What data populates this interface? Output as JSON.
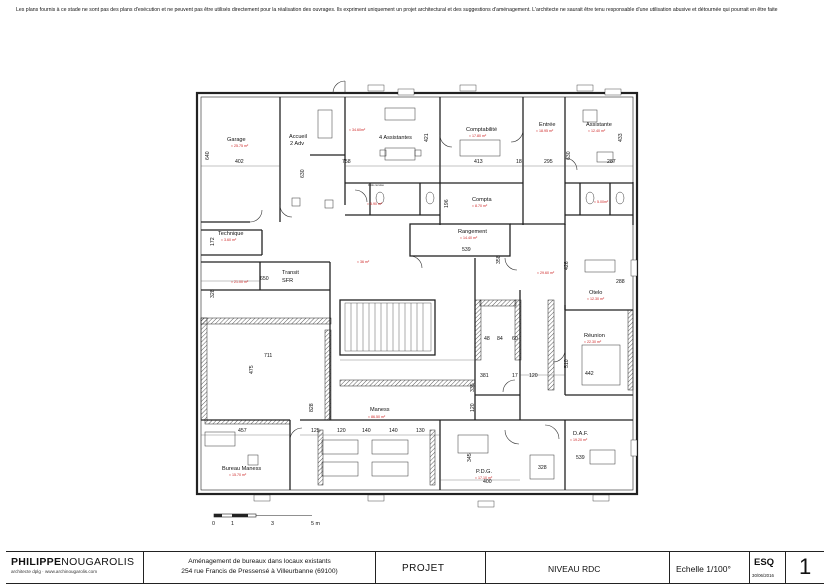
{
  "disclaimer": "Les plans fournis à ce stade ne sont pas des plans d'exécution et ne peuvent pas être utilisés directement pour la réalisation des ouvrages. Ils expriment uniquement un projet architectural et des suggestions d'aménagement. L'architecte ne saurait être tenu responsable d'une utilisation abusive et détournée qui pourrait en être faite",
  "rooms": {
    "garage": {
      "name": "Garage",
      "area": "≈ 25.75 m²"
    },
    "accueil": {
      "name1": "Accueil",
      "name2": "2 Adv"
    },
    "assistants4": {
      "name": "4 Assistantes",
      "area": "≈ 34.60m²"
    },
    "comptabilite": {
      "name": "Comptabilité",
      "area": "≈ 17.80 m²"
    },
    "entree": {
      "name": "Entrée",
      "area": "≈ 18.95 m²"
    },
    "assistante": {
      "name": "Assistante",
      "area": "≈ 12.40 m²"
    },
    "wc1": {
      "area": "≈ 5.90 m²"
    },
    "compta": {
      "name": "Compta",
      "area": "≈ 8.70 m²"
    },
    "wc2": {
      "area": "≈ 5.00m²"
    },
    "technique": {
      "name": "Technique",
      "area": "≈ 3.60 m²"
    },
    "rangement": {
      "name": "Rangement",
      "area": "≈ 14.40 m²"
    },
    "circulation": {
      "area": "≈ 36 m²"
    },
    "transit": {
      "name1": "Transit",
      "name2": "SFR",
      "area": "≈ 21.00 m²"
    },
    "hall": {
      "area": "≈ 29.60 m²"
    },
    "otelo": {
      "name": "Otelo",
      "area": "≈ 12.30 m²"
    },
    "reunion": {
      "name": "Réunion",
      "area": "≈ 22.30 m²"
    },
    "maness": {
      "name": "Maness",
      "area": "≈ 86.50 m²"
    },
    "daf": {
      "name": "D.A.F.",
      "area": "≈ 19.20 m²"
    },
    "bureau_maness": {
      "name": "Bureau Maness",
      "area": "≈ 15.70 m²"
    },
    "pdg": {
      "name": "P.D.G.",
      "area": "≈ 17.10 m²"
    }
  },
  "dimensions": {
    "d640": "640",
    "d402": "402",
    "d630": "630",
    "d758": "758",
    "d421": "421",
    "d413": "413",
    "d18a": "18",
    "d295": "295",
    "d630b": "630",
    "d287": "287",
    "d433": "433",
    "d196": "196",
    "d172": "172",
    "d539a": "539",
    "d358": "358",
    "d650": "650",
    "d328": "328",
    "d426": "426",
    "d288": "288",
    "d711": "711",
    "d475": "475",
    "d48": "48",
    "d84": "84",
    "d60": "60",
    "d510": "510",
    "d442": "442",
    "d381": "381",
    "d17": "17",
    "d120a": "120",
    "d335": "335",
    "d120b": "120",
    "d828": "828",
    "d457": "457",
    "d125": "125",
    "d120c": "120",
    "d140a": "140",
    "d140b": "140",
    "d130": "130",
    "d345": "345",
    "d400": "400",
    "d328b": "328",
    "d539b": "539"
  },
  "small_labels": {
    "dalle_label": "Dalle carrelée",
    "vitrage": "Châssis vitré"
  },
  "scale_bar": {
    "labels": [
      "0",
      "1",
      "3",
      "5 m"
    ]
  },
  "title_block": {
    "brand_bold": "PHILIPPE",
    "brand_light": "NOUGAROLIS",
    "brand_sub": "architecte dplg  ·  www.archinougarolis.com",
    "project_line1": "Aménagement de bureaux dans locaux existants",
    "project_line2": "254 rue Francis de Pressensé à Villeurbanne (69100)",
    "phase": "PROJET",
    "level": "NIVEAU RDC",
    "scale": "Echelle 1/100°",
    "code": "ESQ",
    "date": "30/06/2016",
    "sheet": "1"
  },
  "colors": {
    "wall": "#222222",
    "area_text": "#cc2222",
    "hatch": "#444444"
  }
}
